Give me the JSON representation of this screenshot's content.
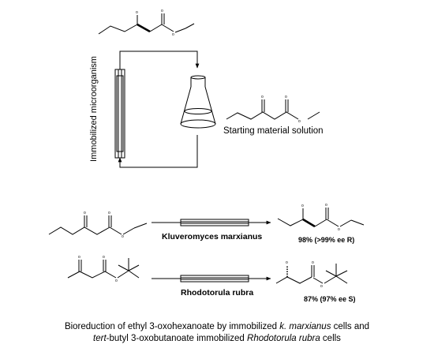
{
  "labels": {
    "immobilized": "Immobilized microorganism",
    "starting_solution": "Starting material solution",
    "organism_1": "Kluveromyces marxianus",
    "yield_1": "98% (>99% ee R)",
    "organism_2": "Rhodotorula rubra",
    "yield_2": "87% (97% ee S)"
  },
  "caption": {
    "line1_a": "Bioreduction of ethyl 3-oxohexanoate by immobilized ",
    "line1_b": "k. marxianus",
    "line1_c": " cells and",
    "line2_a": "tert",
    "line2_b": "-butyl 3-oxobutanoate immobilized ",
    "line2_c": "Rhodotorula rubra",
    "line2_d": " cells"
  }
}
